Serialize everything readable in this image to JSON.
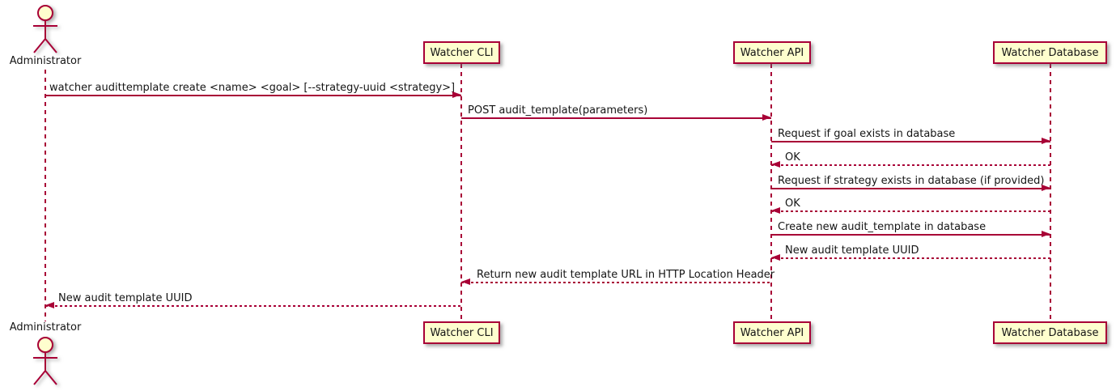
{
  "diagram_type": "sequence-diagram",
  "colors": {
    "accent": "#A80036",
    "participant_fill": "#FEFECE",
    "text": "#151515",
    "background": "#ffffff"
  },
  "actor": {
    "label": "Administrator"
  },
  "participants": [
    {
      "label": "Watcher CLI"
    },
    {
      "label": "Watcher API"
    },
    {
      "label": "Watcher Database"
    }
  ],
  "messages": [
    {
      "from": "Administrator",
      "to": "Watcher CLI",
      "style": "solid",
      "label": "watcher audittemplate create <name> <goal> [--strategy-uuid <strategy>]"
    },
    {
      "from": "Watcher CLI",
      "to": "Watcher API",
      "style": "solid",
      "label": "POST audit_template(parameters)"
    },
    {
      "from": "Watcher API",
      "to": "Watcher Database",
      "style": "solid",
      "label": "Request if goal exists in database"
    },
    {
      "from": "Watcher Database",
      "to": "Watcher API",
      "style": "dashed",
      "label": "OK"
    },
    {
      "from": "Watcher API",
      "to": "Watcher Database",
      "style": "solid",
      "label": "Request if strategy exists in database (if provided)"
    },
    {
      "from": "Watcher Database",
      "to": "Watcher API",
      "style": "dashed",
      "label": "OK"
    },
    {
      "from": "Watcher API",
      "to": "Watcher Database",
      "style": "solid",
      "label": "Create new audit_template in database"
    },
    {
      "from": "Watcher Database",
      "to": "Watcher API",
      "style": "dashed",
      "label": "New audit template UUID"
    },
    {
      "from": "Watcher API",
      "to": "Watcher CLI",
      "style": "dashed",
      "label": "Return new audit template URL in HTTP Location Header"
    },
    {
      "from": "Watcher CLI",
      "to": "Administrator",
      "style": "dashed",
      "label": "New audit template UUID"
    }
  ]
}
